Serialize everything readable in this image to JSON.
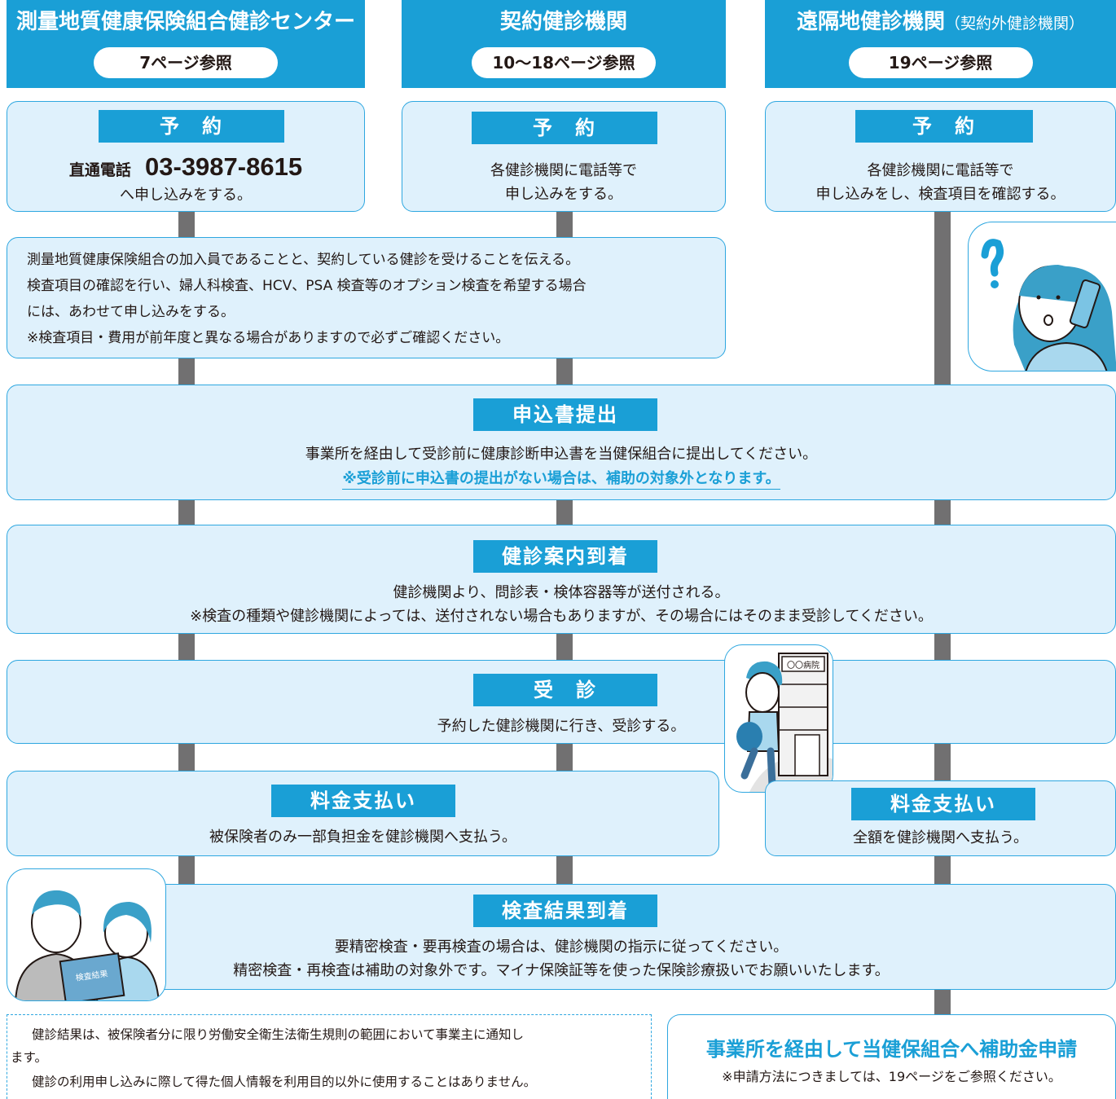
{
  "columns": [
    {
      "title": "測量地質健康保険組合健診センター",
      "page_ref": "7ページ参照"
    },
    {
      "title": "契約健診機関",
      "page_ref": "10〜18ページ参照"
    },
    {
      "title": "遠隔地健診機関",
      "title_sub": "（契約外健診機関）",
      "page_ref": "19ページ参照"
    }
  ],
  "reservation": {
    "label": "予　約",
    "col1": {
      "phone_prefix": "直通電話",
      "phone": "03-3987-8615",
      "line2": "へ申し込みをする。"
    },
    "col2": {
      "line1": "各健診機関に電話等で",
      "line2": "申し込みをする。"
    },
    "col3": {
      "line1": "各健診機関に電話等で",
      "line2": "申し込みをし、検査項目を確認する。"
    }
  },
  "notice": {
    "lines": [
      "測量地質健康保険組合の加入員であることと、契約している健診を受けることを伝える。",
      "検査項目の確認を行い、婦人科検査、HCV、PSA 検査等のオプション検査を希望する場合",
      "には、あわせて申し込みをする。",
      "※検査項目・費用が前年度と異なる場合がありますので必ずご確認ください。"
    ]
  },
  "application": {
    "label": "申込書提出",
    "line1": "事業所を経由して受診前に健康診断申込書を当健保組合に提出してください。",
    "warning": "※受診前に申込書の提出がない場合は、補助の対象外となります。"
  },
  "arrival": {
    "label": "健診案内到着",
    "line1": "健診機関より、問診表・検体容器等が送付される。",
    "line2": "※検査の種類や健診機関によっては、送付されない場合もありますが、その場合にはそのまま受診してください。"
  },
  "visit": {
    "label": "受　診",
    "line1": "予約した健診機関に行き、受診する。",
    "sign": "〇〇病院"
  },
  "payment": {
    "left": {
      "label": "料金支払い",
      "line1": "被保険者のみ一部負担金を健診機関へ支払う。"
    },
    "right": {
      "label": "料金支払い",
      "line1": "全額を健診機関へ支払う。"
    }
  },
  "results": {
    "label": "検査結果到着",
    "line1": "要精密検査・要再検査の場合は、健診機関の指示に従ってください。",
    "line2": "精密検査・再検査は補助の対象外です。マイナ保険証等を使った保険診療扱いでお願いいたします。",
    "folder": "検査結果"
  },
  "privacy": {
    "para1a": "健診結果は、被保険者分に限り労働安全衛生法衛生規則の範囲において事業主に通知し",
    "para1b": "ます。",
    "para2": "健診の利用申し込みに際して得た個人情報を利用目的以外に使用することはありません。"
  },
  "subsidy": {
    "title": "事業所を経由して当健保組合へ補助金申請",
    "note": "※申請方法につきましては、19ページをご参照ください。"
  },
  "colors": {
    "accent": "#1a9fd6",
    "box_bg": "#dff1fc",
    "box_border": "#2ea7e0",
    "connector": "#717071"
  }
}
